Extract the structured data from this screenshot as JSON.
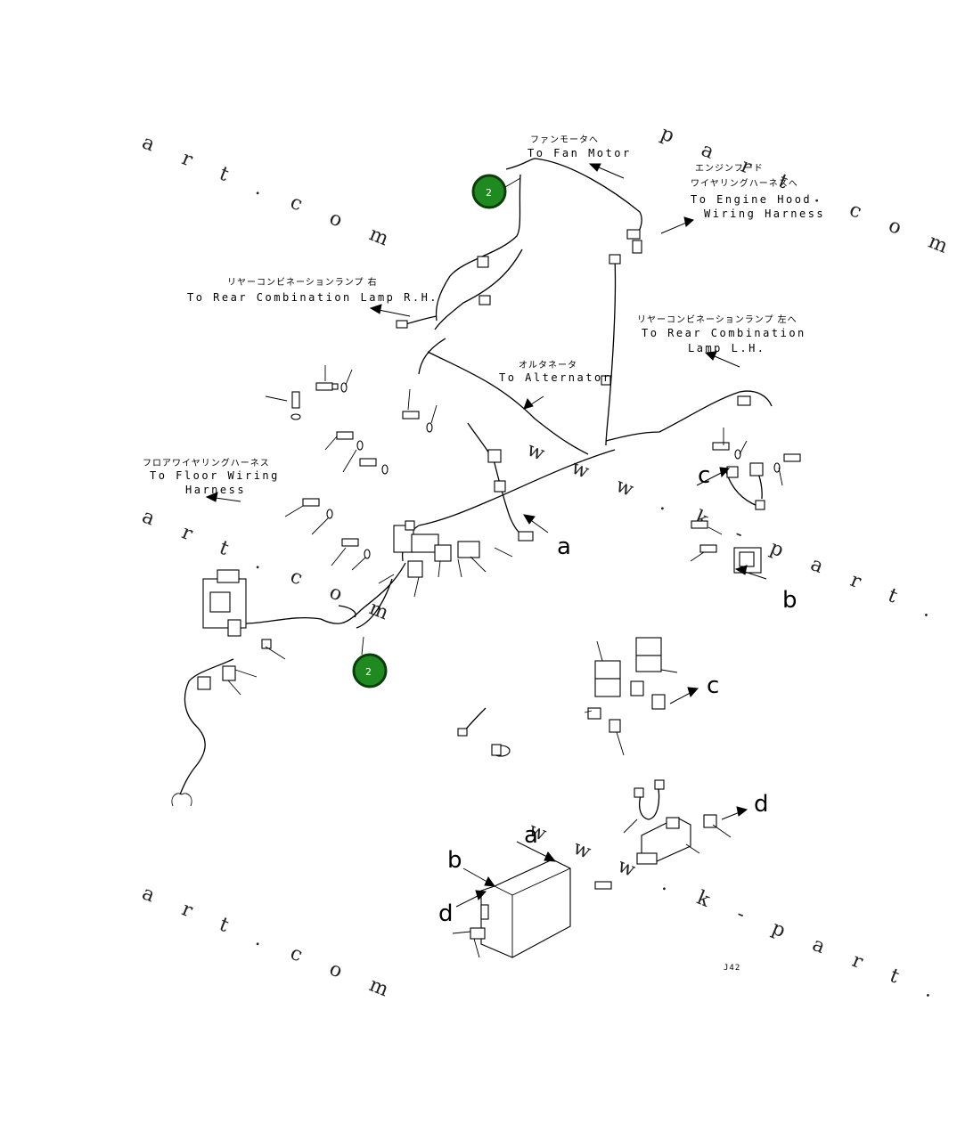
{
  "watermarks": [
    "a r t . c o m",
    "p a r t . c o m",
    "w w w . k - p a r t . c o m"
  ],
  "labels": {
    "fan_motor_jp": "ファンモータへ",
    "fan_motor": "To Fan Motor",
    "engine_hood_jp1": "エンジンフード",
    "engine_hood_jp2": "ワイヤリングハーネスへ",
    "engine_hood1": "To Engine Hood",
    "engine_hood2": "Wiring Harness",
    "rear_lamp_rh_jp": "リヤーコンビネーションランプ 右",
    "rear_lamp_rh": "To Rear Combination Lamp R.H.",
    "rear_lamp_lh_jp": "リヤーコンビネーションランプ 左へ",
    "rear_lamp_lh1": "To Rear Combination",
    "rear_lamp_lh2": "Lamp L.H.",
    "alternator_jp": "オルタネータ",
    "alternator": "To Alternator",
    "floor_jp": "フロアワイヤリングハーネス",
    "floor1": "To Floor Wiring",
    "floor2": "Harness"
  },
  "refs": {
    "a": "a",
    "b": "b",
    "c": "c",
    "d": "d"
  },
  "badges": [
    "2",
    "2"
  ],
  "drawing_code": "J42"
}
